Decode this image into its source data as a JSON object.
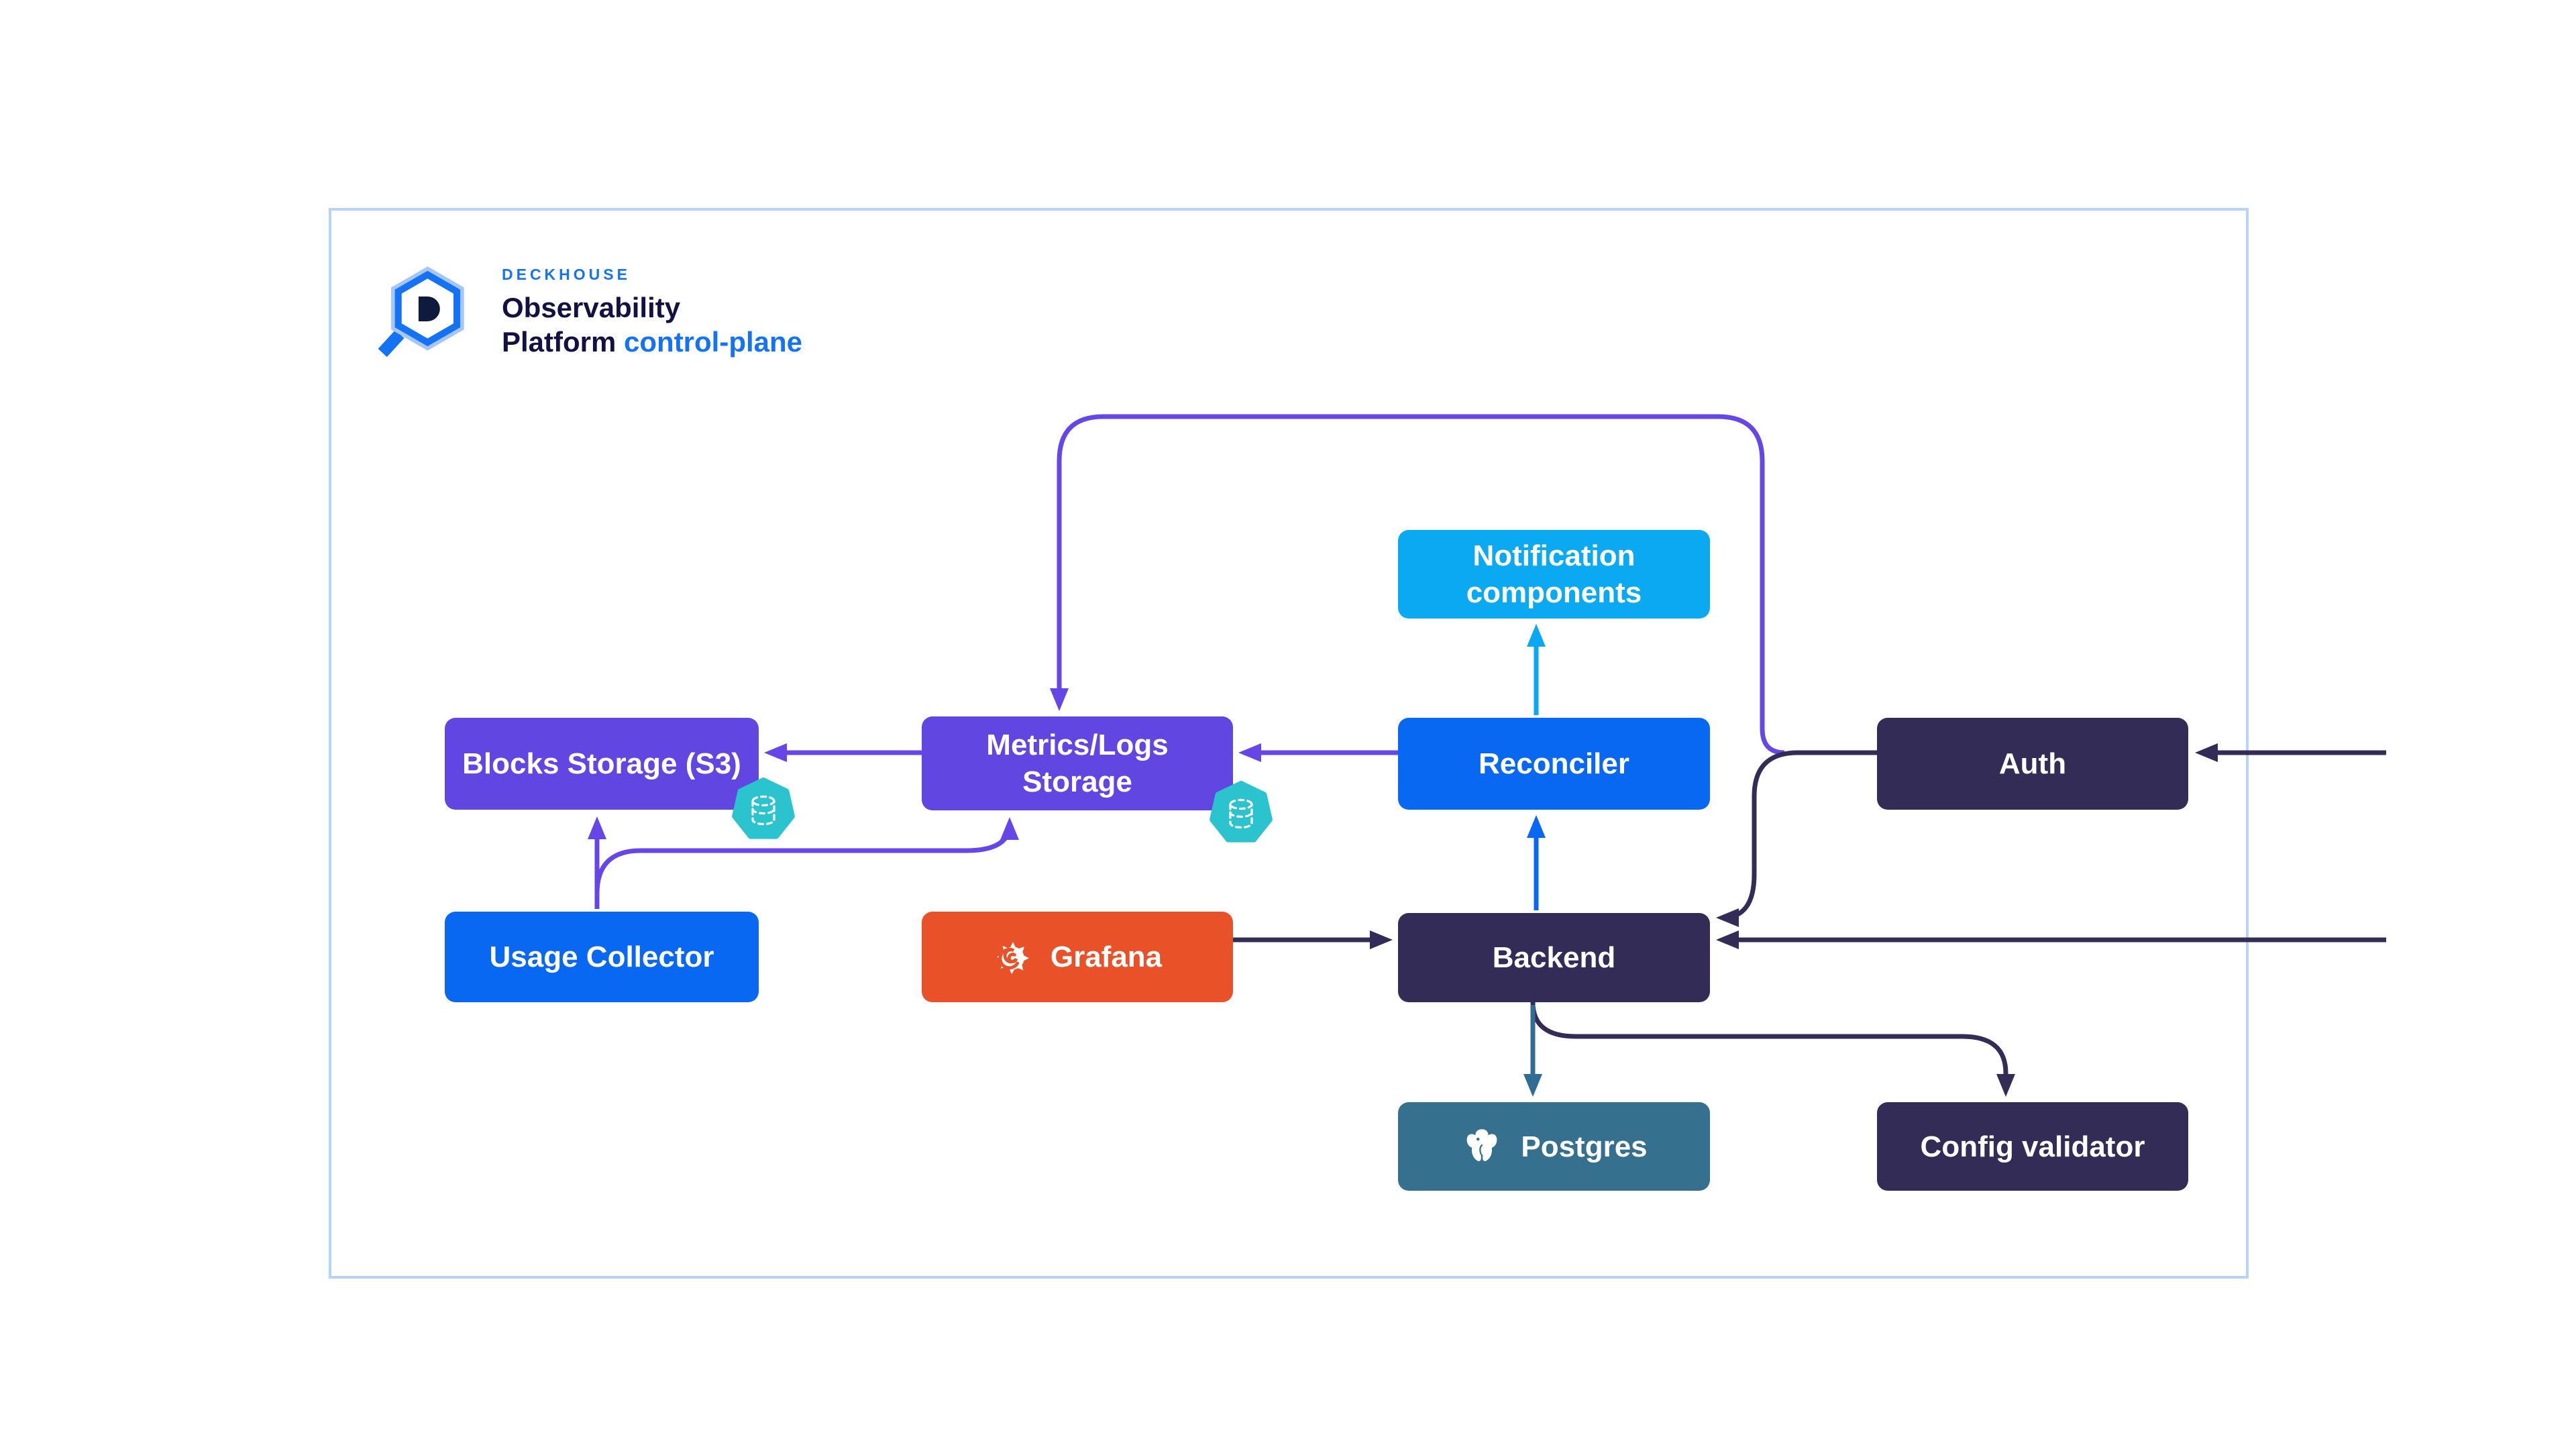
{
  "logo": {
    "brand": "DECKHOUSE",
    "product_line1": "Observability",
    "product_line2": "Platform",
    "suffix": "control-plane"
  },
  "nodes": {
    "notification_components": {
      "label": "Notification\ncomponents"
    },
    "blocks_storage": {
      "label": "Blocks Storage (S3)"
    },
    "metrics_logs_storage": {
      "label": "Metrics/Logs\nStorage"
    },
    "reconciler": {
      "label": "Reconciler"
    },
    "auth": {
      "label": "Auth"
    },
    "usage_collector": {
      "label": "Usage Collector"
    },
    "grafana": {
      "label": "Grafana"
    },
    "backend": {
      "label": "Backend"
    },
    "postgres": {
      "label": "Postgres"
    },
    "config_validator": {
      "label": "Config validator"
    }
  },
  "icons": {
    "deckhouse_logo": "hexagon-magnifier-with-letter-d",
    "grafana": "grafana-flame-swirl",
    "postgres": "postgres-elephant",
    "storage_badge": "teal-heptagon-dashed-database-cylinder"
  },
  "colors": {
    "purple_box": "#6246E2",
    "blue_box": "#0968F2",
    "cyan_box": "#0BA9F2",
    "orange_box": "#E95228",
    "navy_box": "#332C56",
    "steel_box": "#35708F",
    "teal_badge": "#2BC3CE",
    "purple_arrow": "#6746E8",
    "dark_arrow": "#332C56",
    "blue_arrow": "#0968F2",
    "cyan_arrow": "#0BA7F5",
    "steel_arrow": "#2F6D96",
    "frame_border": "#B6D3FA",
    "brand_blue": "#1473F5",
    "brand_navy": "#131144"
  },
  "edges": [
    {
      "id": "metrics-to-blocks",
      "from": "metrics_logs_storage",
      "to": "blocks_storage",
      "color": "purple"
    },
    {
      "id": "reconciler-to-metrics",
      "from": "reconciler",
      "to": "metrics_logs_storage",
      "color": "purple"
    },
    {
      "id": "usage-to-blocks",
      "from": "usage_collector",
      "to": "blocks_storage",
      "color": "purple"
    },
    {
      "id": "usage-to-metrics",
      "from": "usage_collector",
      "to": "metrics_logs_storage",
      "color": "purple"
    },
    {
      "id": "auth-loop-to-metrics",
      "from": "auth",
      "to": "metrics_logs_storage",
      "color": "purple"
    },
    {
      "id": "auth-to-backend",
      "from": "auth",
      "to": "backend",
      "color": "dark"
    },
    {
      "id": "external-right-to-auth",
      "from": "external_right",
      "to": "auth",
      "color": "dark"
    },
    {
      "id": "external-right-to-backend",
      "from": "external_right",
      "to": "backend",
      "color": "dark"
    },
    {
      "id": "grafana-to-backend",
      "from": "grafana",
      "to": "backend",
      "color": "dark"
    },
    {
      "id": "backend-to-reconciler",
      "from": "backend",
      "to": "reconciler",
      "color": "blue"
    },
    {
      "id": "reconciler-to-notification",
      "from": "reconciler",
      "to": "notification_components",
      "color": "cyan"
    },
    {
      "id": "backend-to-postgres",
      "from": "backend",
      "to": "postgres",
      "color": "steel"
    },
    {
      "id": "backend-to-config-validator",
      "from": "backend",
      "to": "config_validator",
      "color": "dark"
    }
  ]
}
